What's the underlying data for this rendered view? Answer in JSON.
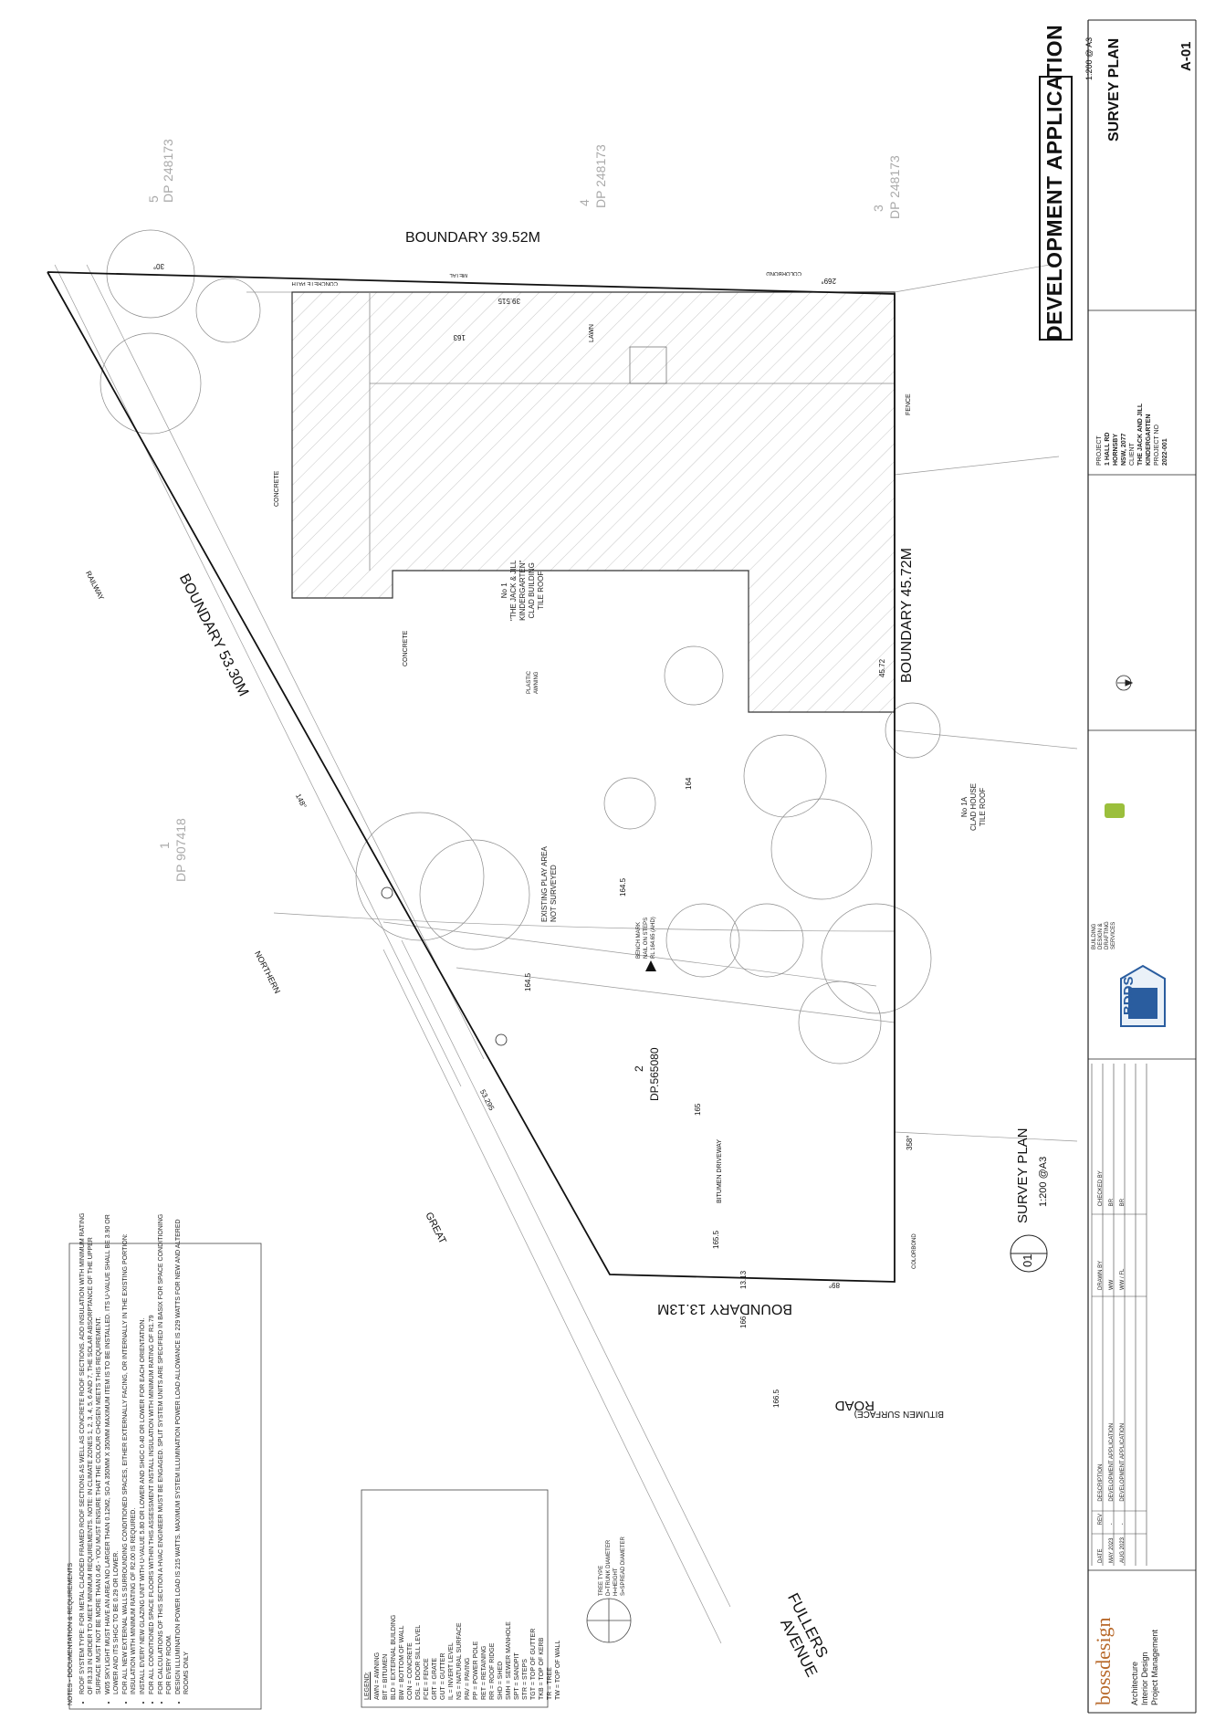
{
  "title_block": {
    "heading": "DEVELOPMENT APPLICATION",
    "scale_note": "1:200 @ A3",
    "drawing_title": "SURVEY PLAN",
    "sheet_number": "A-01",
    "project_label": "PROJECT",
    "project_address": [
      "1 HALL RD",
      "HORNSBY",
      "NSW, 2077"
    ],
    "client_label": "CLIENT",
    "client_name": [
      "THE JACK AND JILL",
      "KINDERGARTEN"
    ],
    "project_no_label": "PROJECT NO",
    "project_no": "2022-001"
  },
  "revision_table": {
    "headers": [
      "DATE",
      "REV",
      "DESCRIPTION",
      "DRAWN BY",
      "CHECKED BY"
    ],
    "rows": [
      [
        "MAY 2023",
        "-",
        "DEVELOPMENT APPLICATION",
        "WW",
        "BR"
      ],
      [
        "AUG 2023",
        "-",
        "DEVELOPMENT APPLICATION",
        "WW / FL",
        "BR"
      ]
    ]
  },
  "firm": {
    "logo_text": "bossdesign",
    "services": [
      "Architecture",
      "Interior Design",
      "Project Management"
    ]
  },
  "drawing_caption": {
    "number": "01",
    "title": "SURVEY PLAN",
    "scale": "1:200 @A3"
  },
  "boundaries": {
    "north": "BOUNDARY 39.52M",
    "east": "BOUNDARY 45.72M",
    "south": "BOUNDARY 13.13M",
    "west": "BOUNDARY 53.30M"
  },
  "plan_labels": {
    "lot": "2",
    "dp": "DP.565080",
    "building": [
      "No 1",
      "\"THE JACK & JILL",
      "KINDERGARTEN\"",
      "CLAD BUILDING",
      "TILE ROOF"
    ],
    "neighbour_east": [
      "No 1A",
      "CLAD HOUSE",
      "TILE ROOF"
    ],
    "play_area": [
      "EXISTING PLAY AREA",
      "NOT SURVEYED"
    ],
    "bench_mark": [
      "BENCH MARK",
      "NAIL ON STEPS",
      "RL 164.65 (AHD)"
    ],
    "driveway": "BITUMEN DRIVEWAY",
    "lawn": "LAWN",
    "concrete": "CONCRETE",
    "concrete_path": "CONCRETE PATH",
    "plastic_awning": [
      "PLASTIC",
      "AWNING"
    ],
    "railway": "RAILWAY",
    "northern": "NORTHERN",
    "great": "GREAT",
    "road": "ROAD",
    "bitumen_surface": "BITUMEN SURFACE)",
    "fullers": "FULLERS",
    "avenue": "AVENUE",
    "fence": "FENCE",
    "metal": "METAL",
    "colorbond": "COLORBOND",
    "dp_neighbours": [
      "DP 248173",
      "DP 248173",
      "DP 248173",
      "DP 907418"
    ],
    "lot_neighbours": [
      "5",
      "4",
      "3",
      "1"
    ],
    "contours": [
      "163",
      "164",
      "164.5",
      "164.5",
      "165",
      "165.5",
      "166",
      "166.5"
    ],
    "dims": [
      "39.515",
      "45.72",
      "13.13",
      "53.295"
    ],
    "bearings": [
      "269°",
      "30°",
      "358°",
      "89°",
      "148°"
    ]
  },
  "legend": {
    "title": "LEGEND:",
    "items": [
      "AWN = AWNING",
      "BIT = BITUMEN",
      "BLD = EXTERNAL BUILDING",
      "BW = BOTTOM OF WALL",
      "CON = CONCRETE",
      "DSL = DOOR SILL LEVEL",
      "FCE = FENCE",
      "GRT = GRATE",
      "GUT = GUTTER",
      "IL = INVERT LEVEL",
      "NS = NATURAL SURFACE",
      "PAV = PAVING",
      "PP = POWER POLE",
      "RET = RETAINING",
      "RR = ROOF RIDGE",
      "SHD = SHED",
      "SMH = SEWER MANHOLE",
      "SPT = SANDPIT",
      "STR = STEPS",
      "TGT = TOP OF GUTTER",
      "TKB = TOP OF KERB",
      "TR = TREE",
      "TW = TOP OF WALL"
    ],
    "tree_key": [
      "TREE TYPE",
      "D=TRUNK DIAMETER",
      "H=HEIGHT",
      "S=SPREAD DIAMETER"
    ]
  },
  "notes": {
    "title": "NOTES - DOCUMENTATION & REQUIREMENTS",
    "items": [
      "ROOF SYSTEM TYPE: FOR METAL CLADDED FRAMED ROOF SECTIONS AS WELL AS CONCRETE ROOF SECTIONS. ADD INSULATION WITH MINIMUM RATING OF R3.33 IN ORDER TO MEET MINIMUM REQUIREMENTS. NOTE: IN CLIMATE ZONES 1, 2, 3, 4, 5, 6 AND 7, THE SOLAR ABSORPTANCE OF THE UPPER SURFACE MUST NOT BE MORE THAN 0.45 - YOU MUST ENSURE THAT THE COLOUR CHOSEN MEETS THIS REQUIREMENT.",
      "W05 SKYLIGHT MUST HAVE AN AREA NO LARGER THAN 0.12M2, SO A 350MM X 350MM MAXIMUM ITEM IS TO BE INSTALLED. ITS U-VALUE SHALL BE 3.90 OR LOWER AND ITS SHGC TO BE 0.29 OR LOWER.",
      "FOR ALL NEW EXTERNAL WALLS SURROUNDING CONDITIONED SPACES, EITHER EXTERNALLY FACING, OR INTERNALLY IN THE EXISTING PORTION: INSULATION WITH MINIMUM RATING OF R2.00 IS REQUIRED.",
      "INSTALL EVERY NEW GLAZING UNIT WITH U-VALUE 5.80 OR LOWER AND SHGC 0.40 OR LOWER FOR EACH ORIENTATION.",
      "FOR ALL CONDITIONED SPACE FLOORS WITHIN THIS ASSESSMENT INSTALL INSULATION WITH MINIMUM RATING OF R1.79",
      "FOR CALCULATIONS OF THIS SECTION A HVAC ENGINEER MUST BE ENGAGED. SPLIT SYSTEM UNITS ARE SPECIFIED IN BASIX FOR SPACE CONDITIONING FOR EVERY ROOM.",
      "DESIGN ILLUMINATION POWER LOAD IS 215 WATTS. MAXIMUM SYSTEM ILLUMINATION POWER LOAD ALLOWANCE IS 229 WATTS FOR NEW AND ALTERED ROOMS ONLY"
    ]
  },
  "consultant": {
    "name": "BDDS",
    "tag": [
      "BUILDING",
      "DESIGN &",
      "DRAFTING",
      "SERVICES"
    ]
  }
}
